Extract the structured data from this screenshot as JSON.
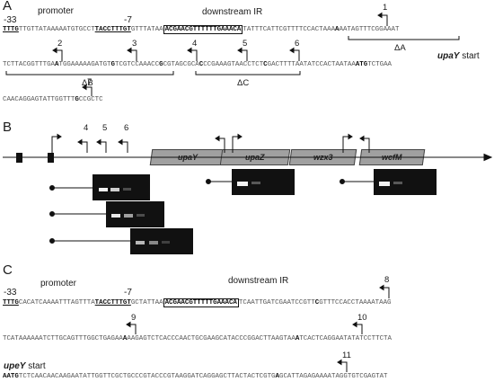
{
  "panels": {
    "A": {
      "label": "A",
      "minus33": "-33",
      "minus7": "-7",
      "promoter": "promoter",
      "ir": "downstream IR",
      "line1": {
        "a": "TTTG",
        "b": "TTGTTATAAAAATGTGCCT",
        "c": "TACCTTTGT",
        "d": "GTTTATAA",
        "e": "ACGAACGTTTTTTGAAACA",
        "f": "TATTTCATTCGTTTTCCACTAAA",
        "g": "A",
        "h": "AATAGTTTCGGAAAT"
      },
      "line2": {
        "a": "TCTTACGGTTTGA",
        "b": "A",
        "c": "TGGAAAAAGATGT",
        "d": "G",
        "e": "TCGTCCAAACC",
        "f": "G",
        "g": "CGTAGCGCA",
        "h": "C",
        "i": "CCGAAAGTAACCTCT",
        "j": "C",
        "k": "GACTTTTAATATCCACTAATAA",
        "l": "ATG",
        "m": "TCTGAA"
      },
      "line3": {
        "a": "CAACAGGAGTATTGGTTT",
        "b": "G",
        "c": "CCGCTC"
      },
      "start_label": "upaY",
      "start_suffix": " start",
      "sites": [
        "1",
        "2",
        "3",
        "4",
        "5",
        "6",
        "7"
      ],
      "deltaA": "ΔA",
      "deltaB": "ΔB",
      "deltaC": "ΔC"
    },
    "B": {
      "label": "B",
      "genes": [
        "upaY",
        "upaZ",
        "wzx3",
        "wcfM"
      ],
      "sites": [
        "4",
        "5",
        "6"
      ]
    },
    "C": {
      "label": "C",
      "minus33": "-33",
      "minus7": "-7",
      "promoter": "promoter",
      "ir": "downstream IR",
      "line1": {
        "a": "TTTG",
        "b": "CACATCAAAATTTAGTTTA",
        "c": "TACCTTTGT",
        "d": "GCTATTAA",
        "e": "ACGAACGTTTTTGAAACA",
        "f": "TCAATTGATCGAATCCGTT",
        "g": "C",
        "h": "GTTTCCACCTAAAATAAG"
      },
      "line2": {
        "a": "TCATAAAAAATCTTGCAGTTTGGCTGAGAA",
        "b": "A",
        "c": "AAGAGTCTCACCCAACTGCGAAGCATACCCGGACTTAAGTAA",
        "d": "A",
        "e": "TCACTCAGGAATATATCCTTCTA"
      },
      "line3": {
        "a": "A",
        "b": "ATG",
        "c": "TCTCAACAACAAGAATATTGGTTCGCTGCCCGTACCCGTAAGGATCAGGAGCTTACTACTCGTG",
        "d": "A",
        "e": "GCATTAGAGAAAATAGGTGTCGAGTAT"
      },
      "start_label": "upeY",
      "start_suffix": " start",
      "sites": [
        "8",
        "9",
        "10",
        "11"
      ]
    }
  }
}
